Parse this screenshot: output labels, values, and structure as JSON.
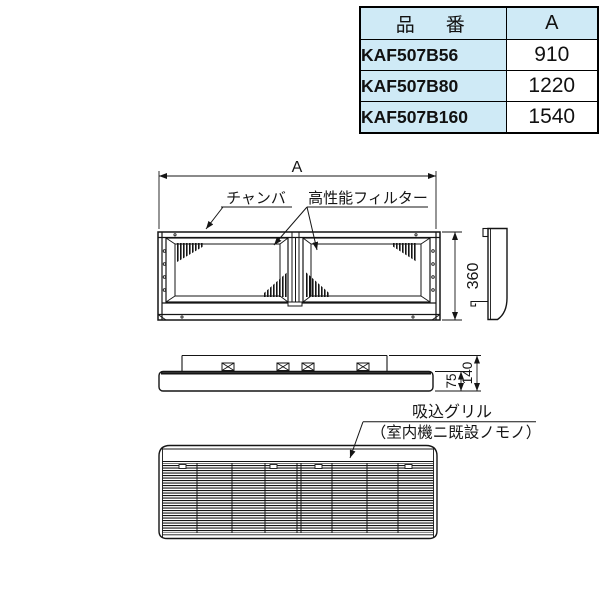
{
  "table": {
    "headers": [
      "品　番",
      "A"
    ],
    "rows": [
      {
        "part": "KAF507B56",
        "a": "910"
      },
      {
        "part": "KAF507B80",
        "a": "1220"
      },
      {
        "part": "KAF507B160",
        "a": "1540"
      }
    ]
  },
  "drawing": {
    "dim_width": "A",
    "dim_height": "360",
    "dim_depth_inner": "75",
    "dim_depth_total": "140",
    "label_chamber": "チャンバ",
    "label_filter": "高性能フィルター",
    "grille_label_line1": "吸込グリル",
    "grille_label_line2": "（室内機ニ既設ノモノ）"
  },
  "colors": {
    "table_fill": "#cfeaf6",
    "line": "#151515",
    "background": "#ffffff"
  }
}
